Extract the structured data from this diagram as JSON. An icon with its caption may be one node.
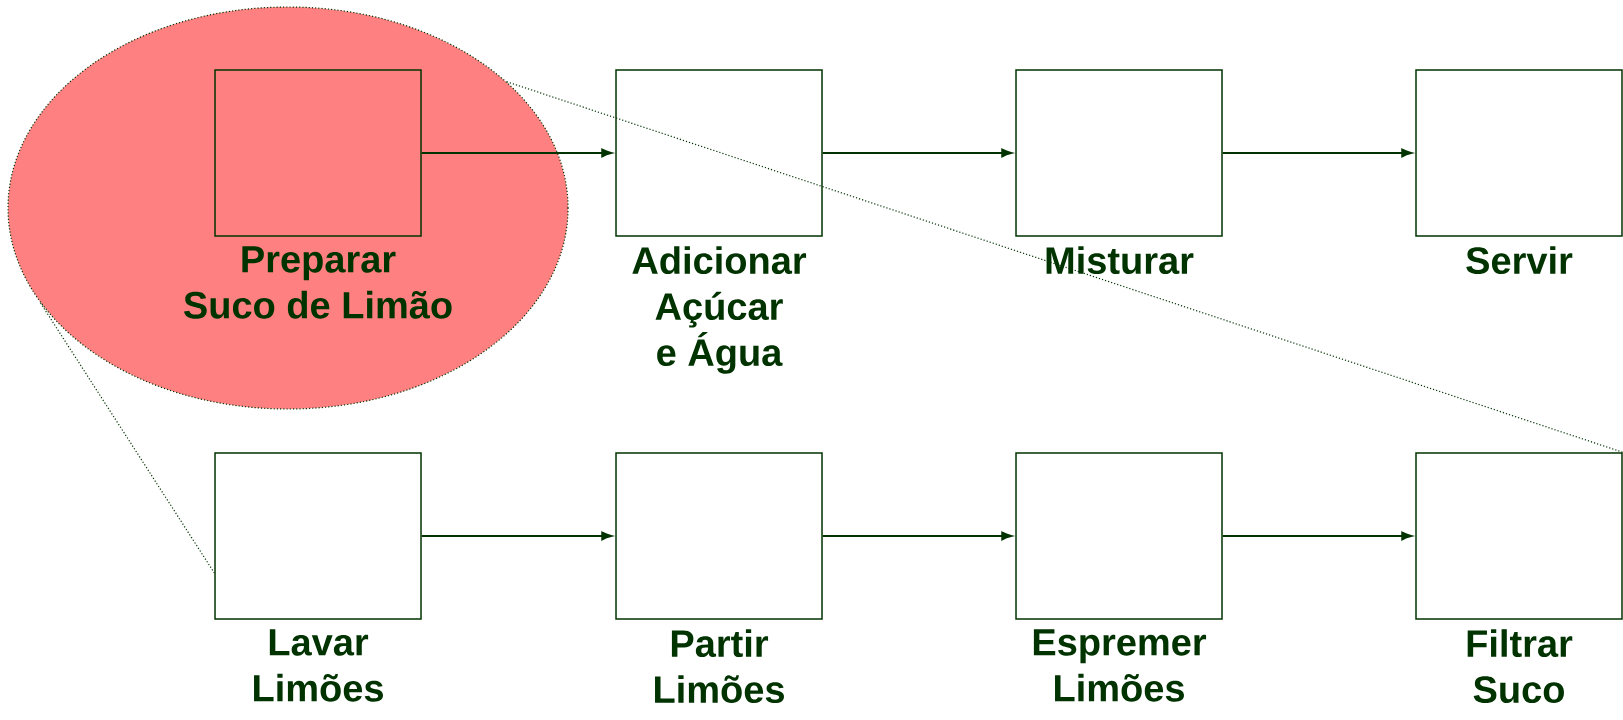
{
  "diagram": {
    "nodes": [
      {
        "text": [],
        "shape": "ellipse"
      },
      {
        "text": [
          "Preparar Suco de Limão"
        ],
        "in": 0
      },
      {
        "text": [
          "Adicionar Açúcar e Água"
        ]
      },
      {
        "text": [
          "Misturar"
        ]
      },
      {
        "text": [
          "Servir"
        ]
      },
      {
        "text": [
          "Lavar Limões"
        ]
      },
      {
        "text": [
          "Partir Limões"
        ]
      },
      {
        "text": [
          "Espremer Limões"
        ]
      },
      {
        "text": [
          "Filtrar Suco"
        ]
      }
    ],
    "edges": [
      {
        "from": 1,
        "to": 2,
        "arrow": "to"
      },
      {
        "from": 2,
        "to": 3,
        "arrow": "to"
      },
      {
        "from": 3,
        "to": 4,
        "arrow": "to"
      },
      {
        "from": 5,
        "to": 6,
        "arrow": "to"
      },
      {
        "from": 6,
        "to": 7,
        "arrow": "to"
      },
      {
        "from": 7,
        "to": 8,
        "arrow": "to"
      },
      {
        "from": 0,
        "to": 5,
        "arrow": "none",
        "style": "dashed"
      },
      {
        "from": 0,
        "to": 8,
        "arrow": "none",
        "style": "dashed"
      }
    ]
  }
}
